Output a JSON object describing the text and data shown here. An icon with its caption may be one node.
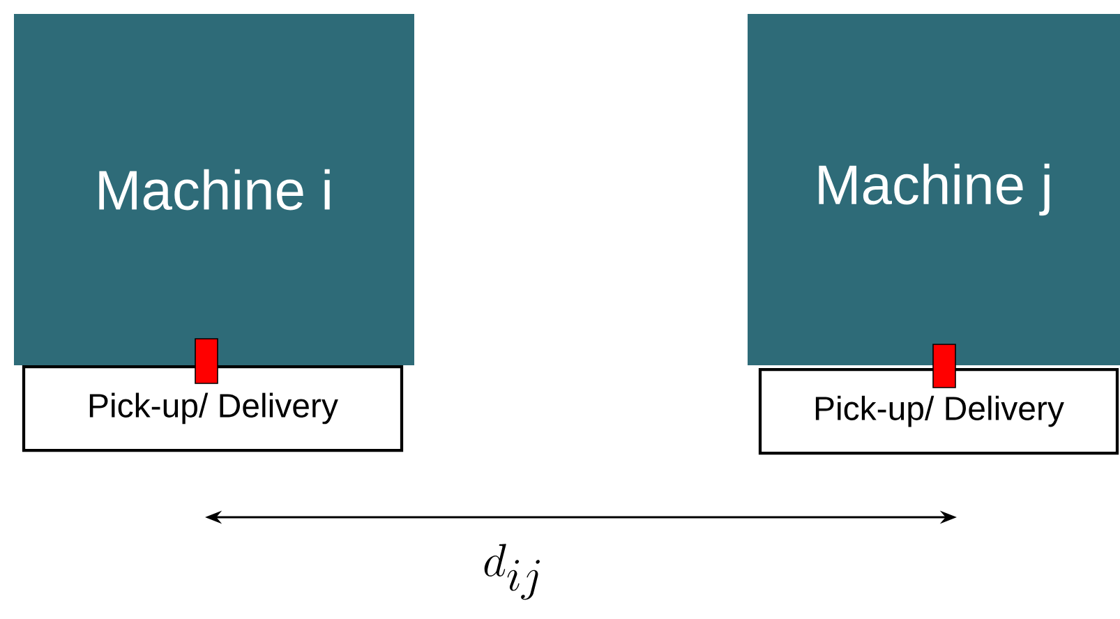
{
  "diagram": {
    "nodes": [
      {
        "text": [
          "Machine i"
        ]
      },
      {
        "text": [
          "Pick-up/ Delivery"
        ]
      },
      {
        "text": [
          "Machine j"
        ]
      },
      {
        "text": [
          "Pick-up/ Delivery"
        ]
      }
    ],
    "labels": [
      "d_{ij}"
    ]
  }
}
